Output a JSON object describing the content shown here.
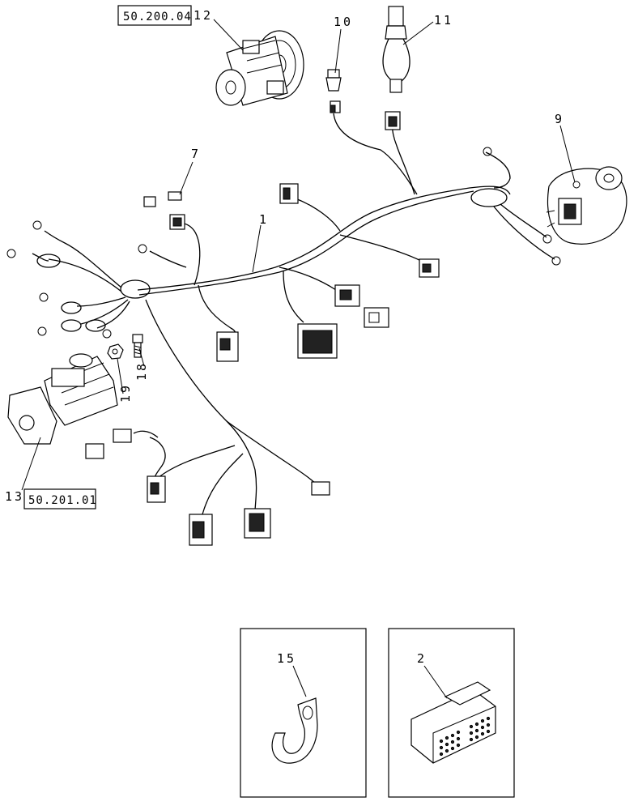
{
  "refs": {
    "compressor_ref": "50.200.04",
    "starter_ref": "50.201.01"
  },
  "callouts": {
    "harness": "1",
    "connector": "2",
    "sensor_conn": "7",
    "alternator": "9",
    "switch10": "10",
    "switch11": "11",
    "compressor": "12",
    "starter": "13",
    "clip": "15",
    "bolt": "18",
    "nut": "19"
  }
}
